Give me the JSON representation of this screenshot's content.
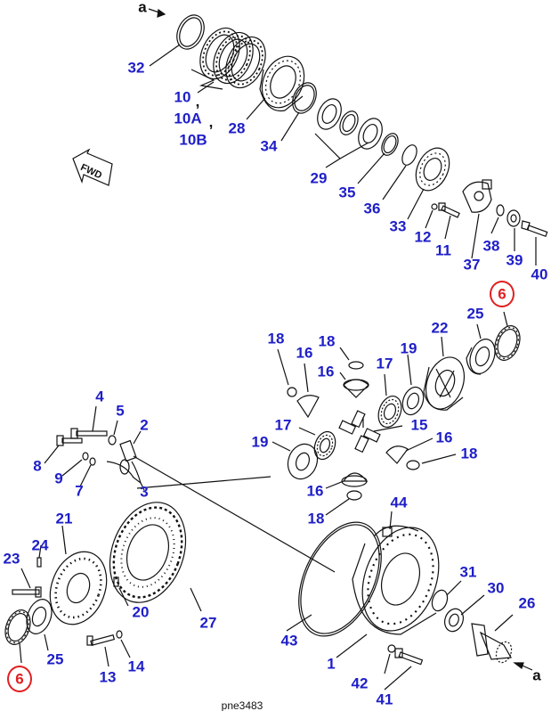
{
  "diagram": {
    "reference_code": "pne3483",
    "fwd_label": "FWD",
    "colors": {
      "callout": "#1e1ec8",
      "highlight": "#e02020",
      "line": "#111111"
    },
    "callouts": {
      "a_top": "a",
      "a_bottom": "a",
      "p32": "32",
      "p10": "10",
      "p10comma": ",",
      "p10A": "10A",
      "p10Acomma": ",",
      "p10B": "10B",
      "p28": "28",
      "p34": "34",
      "p29": "29",
      "p35": "35",
      "p36": "36",
      "p33": "33",
      "p12": "12",
      "p11": "11",
      "p37": "37",
      "p38": "38",
      "p39": "39",
      "p40": "40",
      "p6_top": "6",
      "p25_top": "25",
      "p22": "22",
      "p18_a": "18",
      "p18_b": "18",
      "p16_a": "16",
      "p16_b": "16",
      "p17_a": "17",
      "p19_a": "19",
      "p4": "4",
      "p5": "5",
      "p2": "2",
      "p17_b": "17",
      "p15": "15",
      "p16_c": "16",
      "p18_c": "18",
      "p8": "8",
      "p9": "9",
      "p7": "7",
      "p3": "3",
      "p19_b": "19",
      "p16_d": "16",
      "p18_d": "18",
      "p44": "44",
      "p21": "21",
      "p24": "24",
      "p23": "23",
      "p20": "20",
      "p27": "27",
      "p31": "31",
      "p30": "30",
      "p26": "26",
      "p25_bottom": "25",
      "p14": "14",
      "p13": "13",
      "p43": "43",
      "p1": "1",
      "p42": "42",
      "p41": "41",
      "p6_bottom": "6"
    }
  }
}
